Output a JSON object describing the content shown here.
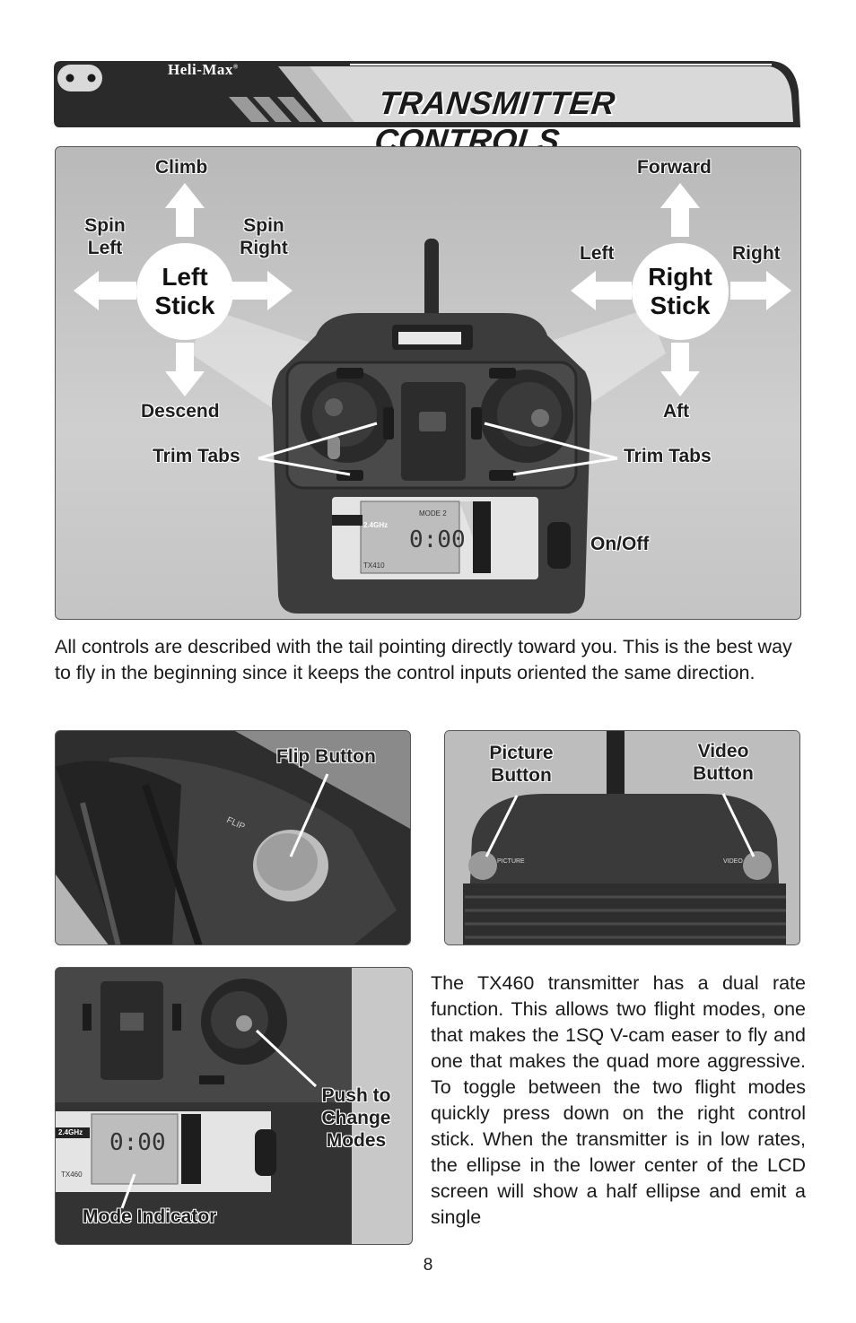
{
  "header": {
    "brand": "Heli-Max",
    "brand_mark": "®",
    "title": "TRANSMITTER CONTROLS"
  },
  "main_photo": {
    "left_stick": {
      "name": "Left Stick",
      "up": "Climb",
      "down": "Descend",
      "left": "Spin Left",
      "right": "Spin Right"
    },
    "right_stick": {
      "name": "Right Stick",
      "up": "Forward",
      "down": "Aft",
      "left": "Left",
      "right": "Right"
    },
    "trim_tabs_left": "Trim Tabs",
    "trim_tabs_right": "Trim Tabs",
    "on_off": "On/Off",
    "lcd_band": "2.4GHz",
    "lcd_digits": "0:00",
    "model": "TX410",
    "lcd_mode": "MODE 2"
  },
  "intro_text": "All controls are described with the tail pointing directly toward you. This is the best way to fly in the beginning since it keeps the control inputs oriented the same direction.",
  "flip_photo": {
    "label": "Flip Button",
    "printed": "FLIP"
  },
  "video_photo": {
    "picture_label": "Picture Button",
    "video_label": "Video Button",
    "printed_picture": "PICTURE",
    "printed_video": "VIDEO"
  },
  "mode_photo": {
    "push_label": "Push to Change Modes",
    "mode_label": "Mode Indicator",
    "lcd_band": "2.4GHz",
    "lcd_digits": "0:00",
    "model": "TX460"
  },
  "dual_rate_text": "The TX460 transmitter has a dual rate function. This allows two flight modes, one that makes the 1SQ V-cam easer to fly and one that makes the quad more aggressive. To toggle between the two flight modes quickly press down on the right control stick. When the transmitter is in low rates, the ellipse in the lower center of the LCD screen will show a half ellipse and emit a single",
  "page_number": "8"
}
